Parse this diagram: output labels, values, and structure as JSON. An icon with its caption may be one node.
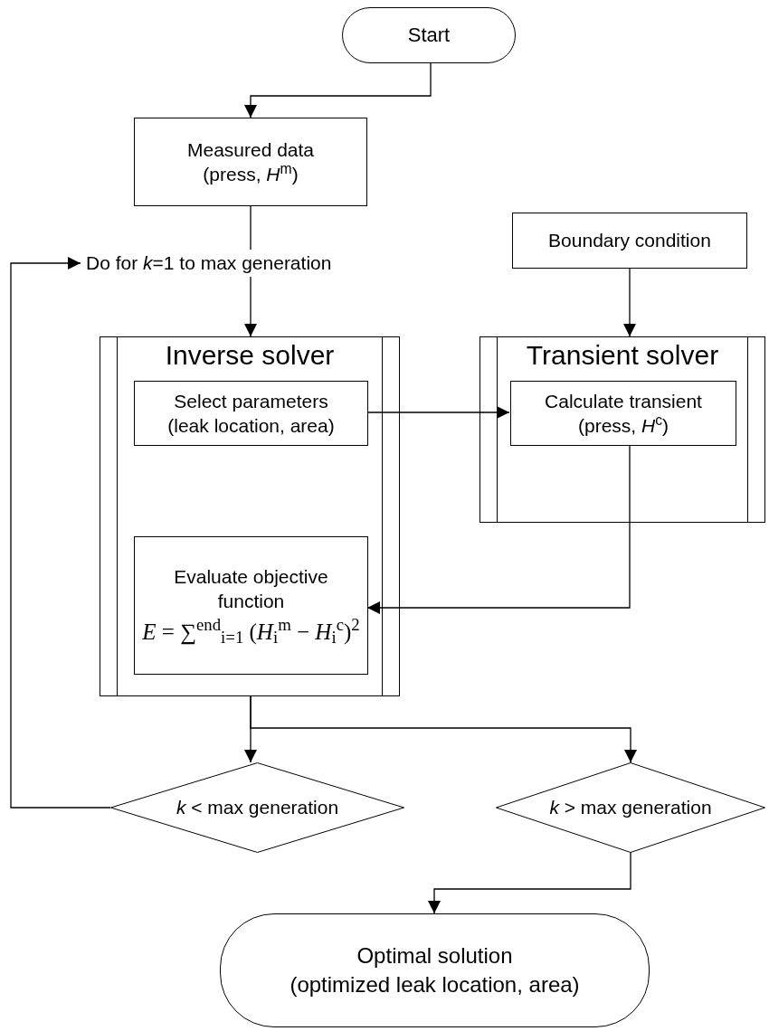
{
  "diagram": {
    "nodes": [
      {
        "text": [
          "Start"
        ]
      },
      {
        "text": [
          "Measured data (press, *H*$^{m}$)"
        ]
      },
      {
        "text": [
          "Boundary condition"
        ]
      },
      {
        "text": [
          "Do for *k*=1 to max generation"
        ]
      },
      {
        "text": [
          "Inverse solver"
        ]
      },
      {
        "text": [
          "Select parameters (leak location, area)"
        ],
        "in": 4
      },
      {
        "text": [
          "Evaluate objective function",
          "*E* = ∑$^{end}$$_{i=1}$ (*H*$_{i}$$^{m}$ − *H*$_{i}$$^{c}$)$^{2}$"
        ],
        "in": 4
      },
      {
        "text": [
          "Transient solver"
        ]
      },
      {
        "text": [
          "Calculate transient (press, *H*$^{c}$)"
        ],
        "in": 7
      },
      {
        "text": [
          "*k* < max generation"
        ]
      },
      {
        "text": [
          "*k* > max generation"
        ]
      },
      {
        "text": [
          "Optimal solution",
          "(optimized leak location, area)"
        ]
      }
    ],
    "edges": [
      {
        "from": 0,
        "to": 1,
        "arrow": "to"
      },
      {
        "from": 1,
        "to": 3,
        "arrow": "none"
      },
      {
        "from": 9,
        "to": 3,
        "arrow": "to"
      },
      {
        "from": 3,
        "to": 4,
        "arrow": "to"
      },
      {
        "from": 2,
        "to": 7,
        "arrow": "to"
      },
      {
        "from": 5,
        "to": 8,
        "arrow": "to"
      },
      {
        "from": 8,
        "to": 6,
        "arrow": "to"
      },
      {
        "from": 4,
        "to": 9,
        "arrow": "to"
      },
      {
        "from": 4,
        "to": 10,
        "arrow": "to"
      },
      {
        "from": 10,
        "to": 11,
        "arrow": "to"
      }
    ]
  }
}
